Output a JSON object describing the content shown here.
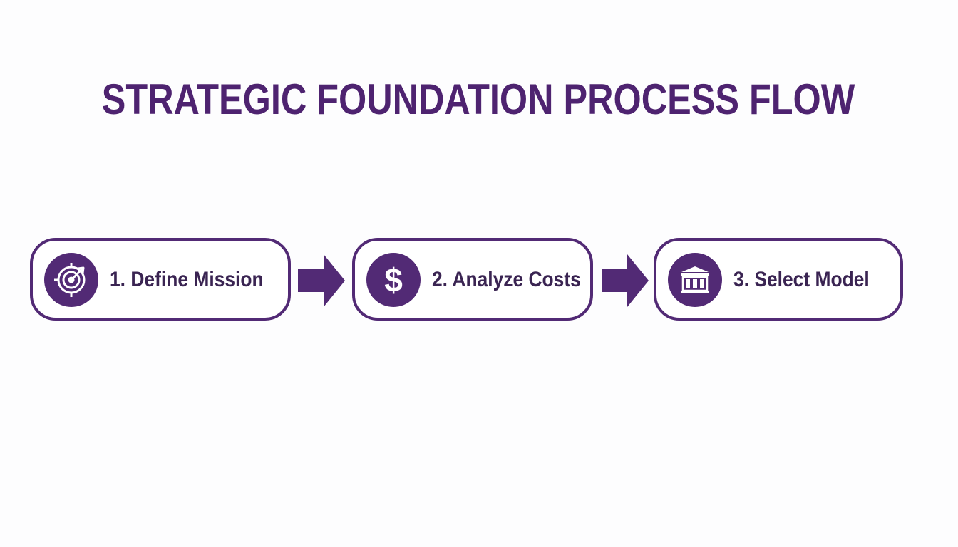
{
  "title": "STRATEGIC FOUNDATION PROCESS FLOW",
  "colors": {
    "primary": "#522a75",
    "title": "#4e2370",
    "label": "#3a2452",
    "background": "#fdfdfe"
  },
  "steps": [
    {
      "label": "1. Define Mission",
      "icon": "target-icon"
    },
    {
      "label": "2. Analyze Costs",
      "icon": "dollar-icon"
    },
    {
      "label": "3. Select Model",
      "icon": "building-icon"
    }
  ],
  "connectors": [
    "arrow-right-icon",
    "arrow-right-icon"
  ],
  "icon_glyphs": {
    "dollar": "$"
  }
}
